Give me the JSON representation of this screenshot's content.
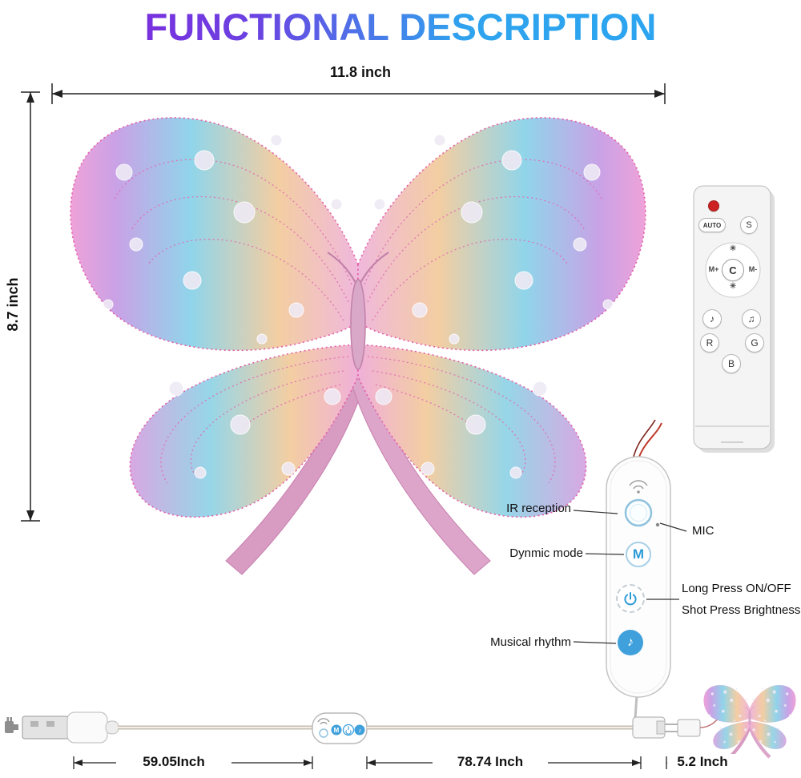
{
  "title": {
    "text": "FUNCTIONAL DESCRIPTION",
    "gradient_from": "#8A18D8",
    "gradient_to": "#29A5F0"
  },
  "wing_dimensions": {
    "width": "11.8 inch",
    "height": "8.7 inch"
  },
  "remote": {
    "power_led_color": "#CC2222",
    "buttons": {
      "auto": "AUTO",
      "s": "S",
      "m_plus": "M+",
      "c": "C",
      "m_minus": "M-",
      "brightness_up": "☀",
      "brightness_down": "☀",
      "note_single": "♪",
      "note_double": "♫",
      "r": "R",
      "g": "G",
      "b": "B"
    }
  },
  "controller": {
    "mode_button": "M",
    "music_button": "♪",
    "accent_blue": "#3FA0DC"
  },
  "callouts": {
    "ir": "IR reception",
    "mic": "MIC",
    "dynamic_mode": "Dynmic mode",
    "power_line1": "Long Press ON/OFF",
    "power_line2": "Shot Press Brightness",
    "music": "Musical rhythm"
  },
  "cable": {
    "mini_controller": {
      "mode": "M",
      "music": "♪"
    },
    "lengths": {
      "usb_section": "59.05Inch",
      "middle_section": "78.74 Inch",
      "end_section": "5.2 Inch"
    }
  },
  "butterfly_colors": {
    "pink": "#EFA2D8",
    "violet": "#C9A2E6",
    "cyan": "#90D5EA",
    "peach": "#F3CEA2",
    "trim": "#E35CA8",
    "ribbon": "#D89BC2"
  }
}
